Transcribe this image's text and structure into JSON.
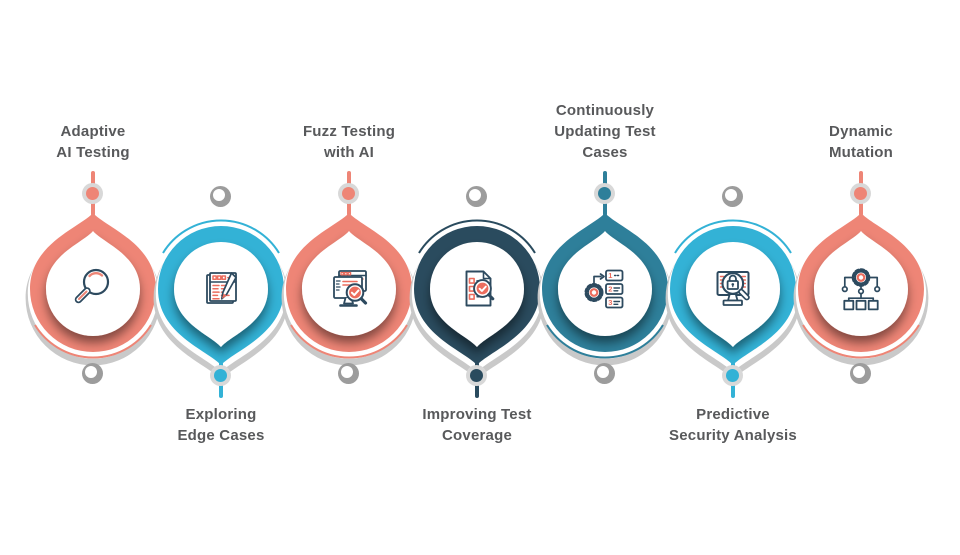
{
  "background": "#FFFFFF",
  "colors": {
    "salmon": "#EE8576",
    "cyan": "#33B2D6",
    "navy": "#2A4B5E",
    "steel_teal": "#2E7F9A",
    "label_text": "#58595B",
    "icon_stroke": "#2D4A5F",
    "icon_accent": "#EC6D5E",
    "shadow_gray": "#C9C9C9",
    "dot_gray": "#9C9C9C",
    "halo_gray": "#D8D8D8"
  },
  "nodes": [
    {
      "id": "adaptive-ai-testing",
      "label": "Adaptive\nAI Testing",
      "label_position": "above",
      "color": "#EE8576",
      "icon": "magnifier-icon"
    },
    {
      "id": "exploring-edge-cases",
      "label": "Exploring\nEdge Cases",
      "label_position": "below",
      "color": "#33B2D6",
      "icon": "checklist-pencil-icon"
    },
    {
      "id": "fuzz-testing-with-ai",
      "label": "Fuzz Testing\nwith AI",
      "label_position": "above",
      "color": "#EE8576",
      "icon": "monitor-check-icon"
    },
    {
      "id": "improving-test-coverage",
      "label": "Improving Test\nCoverage",
      "label_position": "below",
      "color": "#2A4B5E",
      "icon": "document-check-icon"
    },
    {
      "id": "continuously-updating-test-cases",
      "label": "Continuously\nUpdating Test\nCases",
      "label_position": "above",
      "color": "#2E7F9A",
      "icon": "gear-list-icon"
    },
    {
      "id": "predictive-security-analysis",
      "label": "Predictive\nSecurity Analysis",
      "label_position": "below",
      "color": "#33B2D6",
      "icon": "monitor-lock-icon"
    },
    {
      "id": "dynamic-mutation",
      "label": "Dynamic\nMutation",
      "label_position": "above",
      "color": "#EE8576",
      "icon": "gear-tree-icon"
    }
  ]
}
